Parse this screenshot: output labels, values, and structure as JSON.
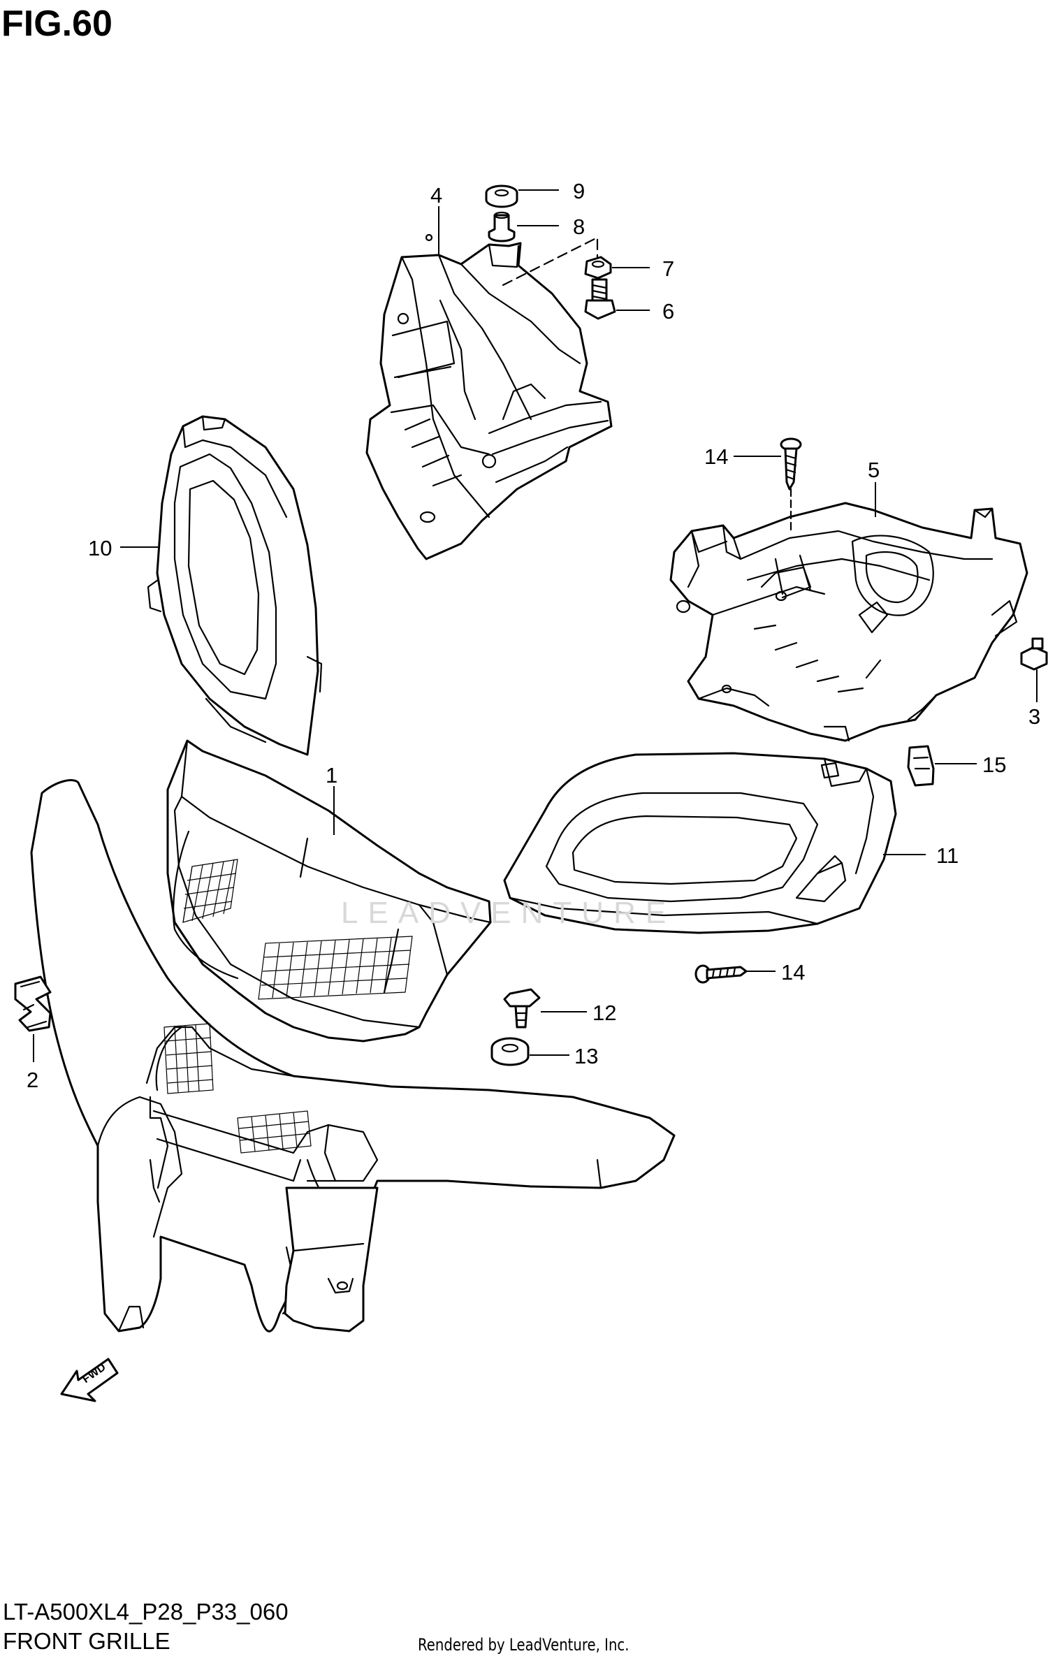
{
  "figure": {
    "title": "FIG.60",
    "model_code": "LT-A500XL4_P28_P33_060",
    "caption": "FRONT GRILLE",
    "credit": "Rendered by LeadVenture, Inc.",
    "watermark": "LEADVENTURE"
  },
  "callouts": [
    "1",
    "2",
    "3",
    "4",
    "5",
    "6",
    "7",
    "8",
    "9",
    "10",
    "11",
    "12",
    "13",
    "14",
    "14",
    "15"
  ],
  "fwd_label": "FWD",
  "colors": {
    "ink": "#000000",
    "paper": "#ffffff",
    "watermark": "#d8d8d8"
  }
}
